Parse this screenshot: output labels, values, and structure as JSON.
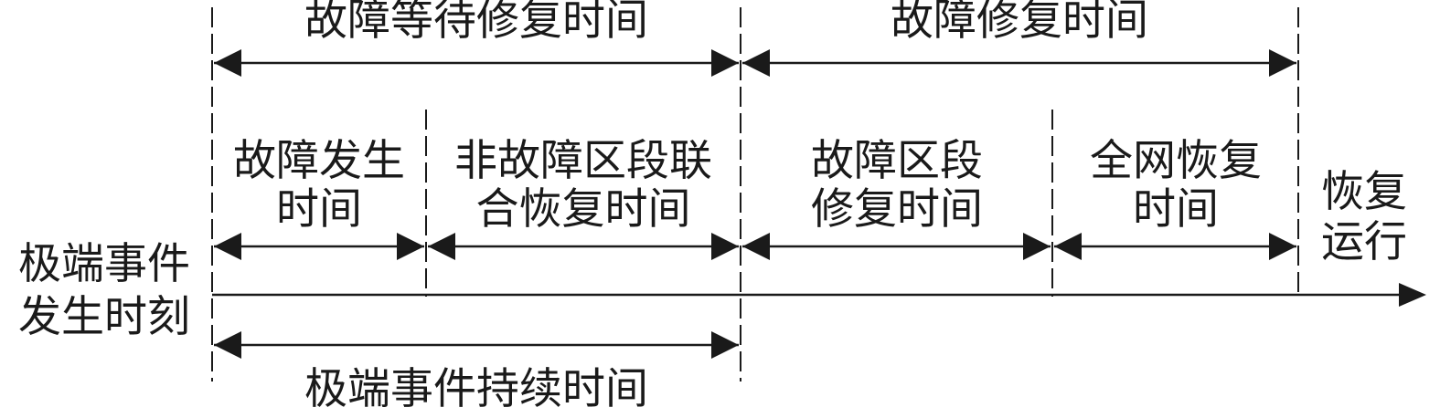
{
  "diagram": {
    "top_spans": {
      "fault_wait_repair": "故障等待修复时间",
      "fault_repair": "故障修复时间"
    },
    "phases": {
      "fault_occurrence": [
        "故障发生",
        "时间"
      ],
      "non_fault_joint_restore": [
        "非故障区段联",
        "合恢复时间"
      ],
      "fault_section_repair": [
        "故障区段",
        "修复时间"
      ],
      "grid_restore": [
        "全网恢复",
        "时间"
      ],
      "resume_operation": [
        "恢复",
        "运行"
      ]
    },
    "event_start": [
      "极端事件",
      "发生时刻"
    ],
    "event_duration": "极端事件持续时间",
    "colors": {
      "stroke": "#1a1a1a",
      "background": "#ffffff"
    }
  }
}
